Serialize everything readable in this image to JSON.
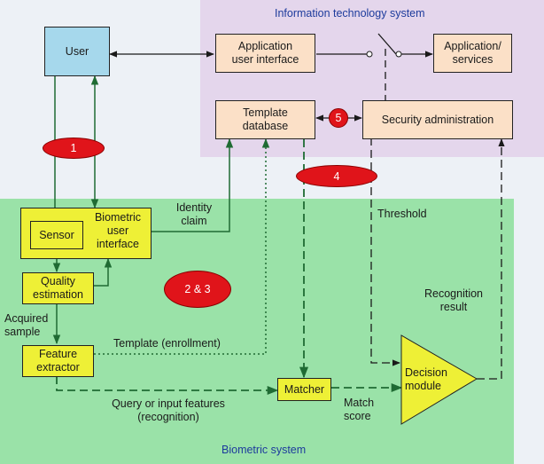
{
  "regions": {
    "it_system": "Information technology system",
    "biometric_system": "Biometric system"
  },
  "boxes": {
    "user": "User",
    "app_ui": "Application\nuser interface",
    "app_services": "Application/\nservices",
    "template_db": "Template\ndatabase",
    "security_admin": "Security administration",
    "sensor": "Sensor",
    "biometric_ui": "Biometric\nuser\ninterface",
    "quality": "Quality\nestimation",
    "feature_extractor": "Feature\nextractor",
    "matcher": "Matcher",
    "decision": "Decision\nmodule"
  },
  "labels": {
    "identity_claim": "Identity\nclaim",
    "threshold": "Threshold",
    "recognition_result": "Recognition\nresult",
    "acquired_sample": "Acquired\nsample",
    "template_enrollment": "Template (enrollment)",
    "query_features": "Query or input features\n(recognition)",
    "match_score": "Match\nscore"
  },
  "markers": {
    "m1": "1",
    "m23": "2 & 3",
    "m4": "4",
    "m5": "5"
  },
  "colors": {
    "it_region": "#e4d6ec",
    "biometric_region": "#9ae2a8",
    "peach_box": "#fbe0c7",
    "yellow_box": "#eef036",
    "user_box": "#a6d8ec",
    "marker": "#e0141a",
    "region_label": "#1d3b9c",
    "wire_solid": "#1f6b33"
  }
}
